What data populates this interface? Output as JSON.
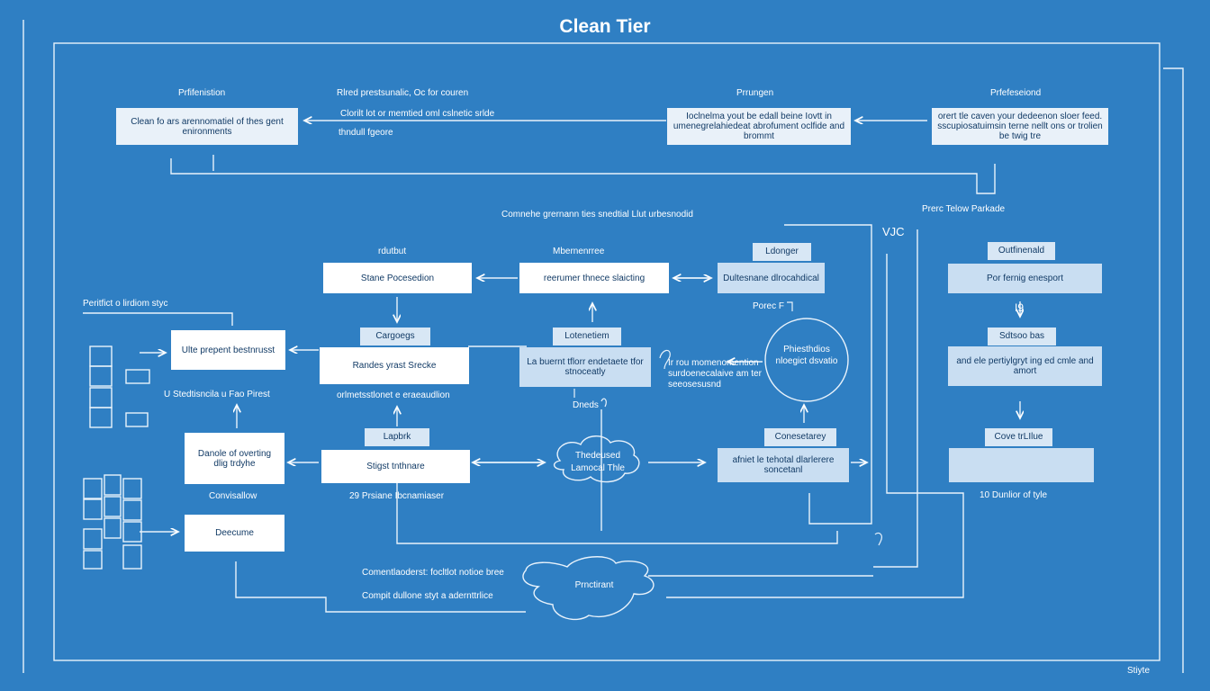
{
  "title": "Clean Tier",
  "corner_label": "Stiyte",
  "top_row": {
    "headings": [
      "Prfifenistion",
      "Rlred prestsunalic, Oc for couren",
      "Prrungen",
      "Prfefeseiond"
    ],
    "boxes": [
      "Clean fo ars arennomatiel of thes gent enironments",
      "Ioclnelma yout be edall beine Iovtt in umenegrelahiedeat abrofument oclfide and brommt",
      "orert tle caven your dedeenon sloer feed. sscupiosatuimsin terne nellt ons or trolien be twig tre"
    ],
    "notes": [
      "Clorilt lot or memtied oml cslnetic srlde",
      "thndull fgeore"
    ]
  },
  "middle": {
    "section_heading": "Comnehe grernann ties snedtial Llut urbesnodid",
    "right_heading": "Prerc Telow Parkade",
    "tiny_label": "VJC",
    "headings": [
      "rdutbut",
      "Mbernenrree"
    ],
    "small_labels": [
      "Ldonger",
      "Outfinenald",
      "Cargoegs",
      "Lotenetiem",
      "Lapbrk",
      "Conesetarey",
      "Sdtsoo bas",
      "Cove trLIlue"
    ],
    "boxes": [
      "Stane Pocesedion",
      "reerumer thnece slaicting",
      "Dultesnane dlrocahdical",
      "Por fernig enesport",
      "Ulte prepent bestnrusst",
      "Randes yrast Srecke",
      "La buernt tflorr endetaete tfor stnoceatly",
      "and ele pertiylgryt ing ed cmle and amort",
      "Danole of overting dlig trdyhe",
      "Stigst tnthnare",
      "afniet le tehotal dlarlerere soncetanl",
      "",
      "Deecume"
    ],
    "notes": [
      "Peritfict o lirdiom styc",
      "Porec F",
      "I9",
      "Ir rou momenomention surdoenecalaive am ter seeosesusnd",
      "U Stedtisncila u Fao Pirest",
      "orlmetsstlonet e eraeaudlion",
      "Dneds",
      "Convisallow",
      "29 Prsiane Ibcnamiaser",
      "10 Dunlior of tyle",
      "Comentlaoderst: focltlot notioe bree",
      "Compit dullone styt a adernttrlice"
    ],
    "circle": "Phiesthdios nloegict dsvatio",
    "cloud_small": "Thedeused Lamocal Thle",
    "cloud_large": "Prnctirant"
  }
}
